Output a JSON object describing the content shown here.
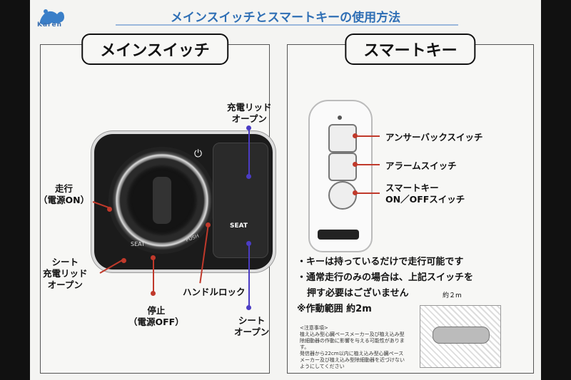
{
  "header": {
    "logo_text": "Karen",
    "title": "メインスイッチとスマートキーの使用方法"
  },
  "left_panel": {
    "heading": "メインスイッチ",
    "labels": {
      "charge_lid_open_top": [
        "充電リッド",
        "オープン"
      ],
      "run_power_on": [
        "走行",
        "（電源ON）"
      ],
      "seat_charge_lid_open": [
        "シート",
        "充電リッド",
        "オープン"
      ],
      "stop_power_off": [
        "停止",
        "（電源OFF）"
      ],
      "handle_lock": [
        "ハンドルロック"
      ],
      "seat_open": [
        "シート",
        "オープン"
      ]
    },
    "switch_marks": {
      "seat_button": "SEAT",
      "push": "PUSH",
      "seat_mark": "SEAT"
    }
  },
  "right_panel": {
    "heading": "スマートキー",
    "labels": {
      "answer_back": "アンサーバックスイッチ",
      "alarm": "アラームスイッチ",
      "smartkey_onoff": [
        "スマートキー",
        "ON／OFFスイッチ"
      ]
    },
    "notes": [
      "・キーは持っているだけで走行可能です",
      "・通常走行のみの場合は、上記スイッチを",
      "押す必要はございません",
      "※作動範囲 約2m"
    ],
    "range_label": "約２m",
    "small_print": [
      "<注意事項>",
      "植え込み型心臓ペースメーカー及び植え込み型",
      "除細動器の作動に影響を与える可能性があります。",
      "発信器から22cm以内に植え込み型心臓ペース",
      "メーカー及び植え込み型除細動器を近づけない",
      "ようにしてください"
    ]
  },
  "colors": {
    "title_blue": "#2f6fb5",
    "leader_red": "#c0392b",
    "leader_purple": "#4b3cc4"
  }
}
